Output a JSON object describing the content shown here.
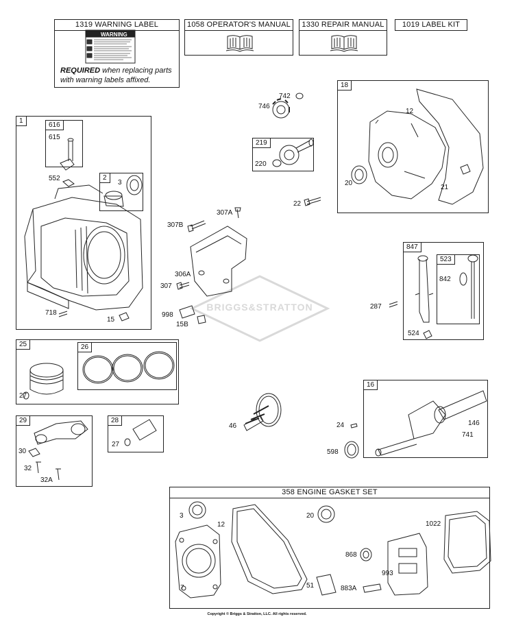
{
  "kits": {
    "warning_label": "1319 WARNING LABEL",
    "operators_manual": "1058 OPERATOR'S MANUAL",
    "repair_manual": "1330 REPAIR MANUAL",
    "label_kit": "1019 LABEL KIT",
    "warning_sticker_title": "WARNING",
    "note_bold": "REQUIRED",
    "note_rest": " when replacing parts with warning labels affixed."
  },
  "groups": {
    "g1": "1",
    "g616": "616",
    "g2": "2",
    "g18": "18",
    "g219": "219",
    "g847": "847",
    "g523": "523",
    "g25": "25",
    "g26": "26",
    "g29": "29",
    "g28": "28",
    "g16": "16",
    "gasket_set": "358 ENGINE GASKET SET"
  },
  "labels": {
    "l615": "615",
    "l552": "552",
    "l3a": "3",
    "l718": "718",
    "l15": "15",
    "l742": "742",
    "l746": "746",
    "l220": "220",
    "l22": "22",
    "l12a": "12",
    "l20a": "20",
    "l21": "21",
    "l307a": "307A",
    "l307b": "307B",
    "l306a": "306A",
    "l307": "307",
    "l998": "998",
    "l15b": "15B",
    "l842": "842",
    "l287": "287",
    "l524": "524",
    "l27a": "27",
    "l27b": "27",
    "l30": "30",
    "l32": "32",
    "l32a": "32A",
    "l46": "46",
    "l24": "24",
    "l598": "598",
    "l146": "146",
    "l741": "741",
    "l3b": "3",
    "l12b": "12",
    "l7": "7",
    "l20b": "20",
    "l51": "51",
    "l868": "868",
    "l883a": "883A",
    "l993": "993",
    "l1022": "1022"
  },
  "watermark": "BRIGGS&STRATTON",
  "copyright": "Copyright © Briggs & Stratton, LLC. All rights reserved."
}
